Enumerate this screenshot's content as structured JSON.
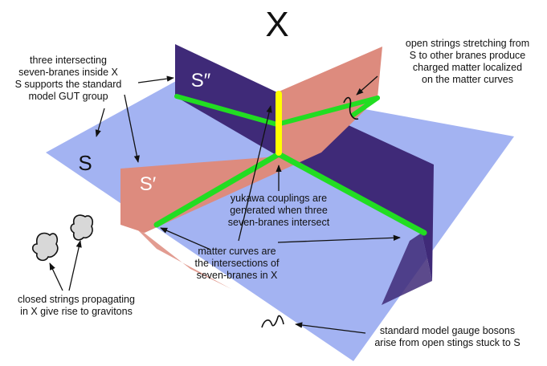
{
  "title": "X",
  "brane_labels": {
    "s": "S",
    "s_prime": "S′",
    "s_double_prime": "S″"
  },
  "annotations": {
    "branes": [
      "three intersecting",
      "seven-branes inside X",
      "S supports the standard",
      "model GUT group"
    ],
    "open_strings": [
      "open strings stretching from",
      "S to other branes produce",
      "charged matter localized",
      "on the matter curves"
    ],
    "yukawa": [
      "yukawa couplings are",
      "generated when three",
      "seven-branes intersect"
    ],
    "matter_curves": [
      "matter curves are",
      "the intersections of",
      "seven-branes in X"
    ],
    "closed_strings": [
      "closed strings propagating",
      "in X give rise to gravitons"
    ],
    "gauge_bosons": [
      "standard model gauge bosons",
      "arise from open stings stuck to S"
    ]
  },
  "colors": {
    "brane_s": "#a3b3f2",
    "brane_s_prime": "#dd8b7e",
    "brane_s_double_prime": "#3f2a78",
    "matter_curve": "#22dd22",
    "yukawa_point": "#ffff00",
    "closed_string": "#d8d8d8"
  }
}
